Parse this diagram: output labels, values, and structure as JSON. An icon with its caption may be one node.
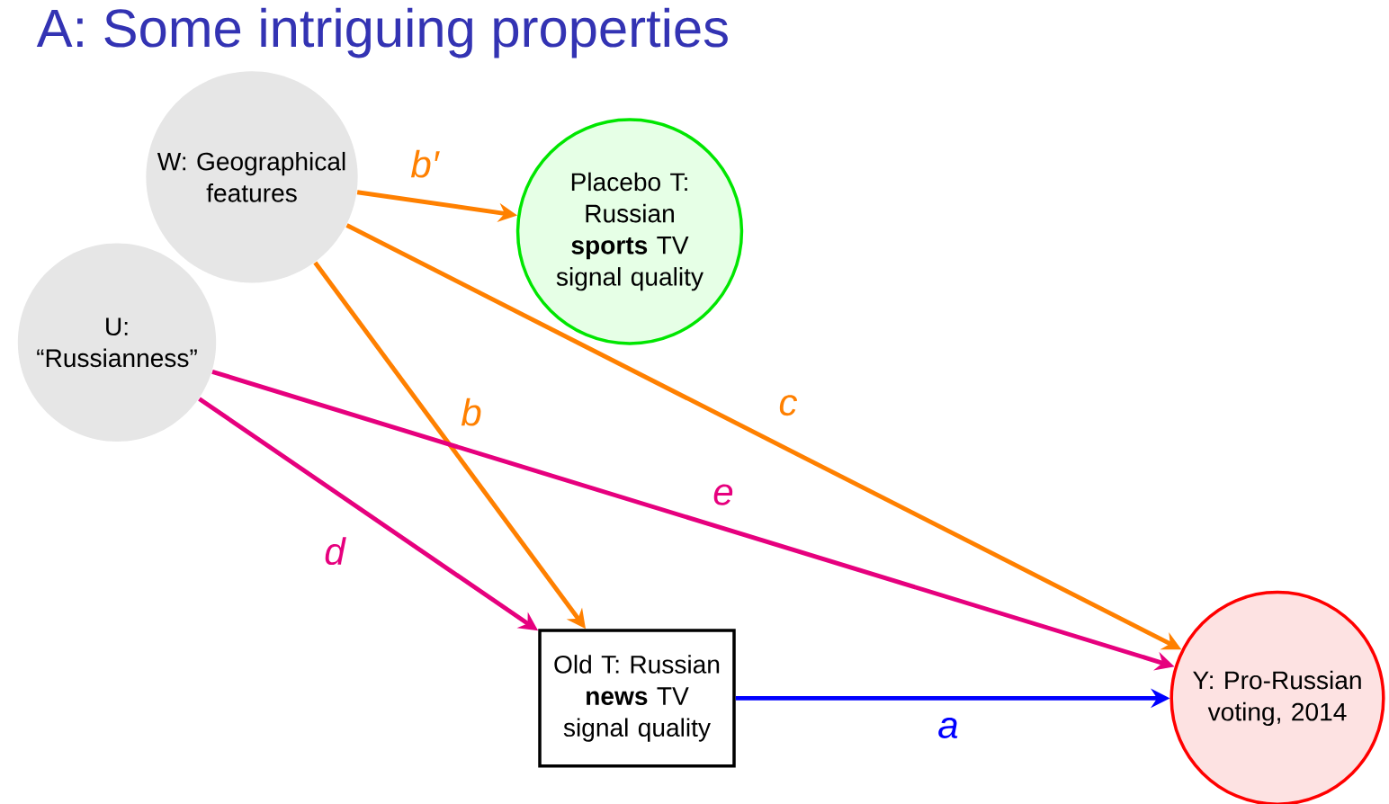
{
  "diagram": {
    "title": "A: Some intriguing properties",
    "nodes": [
      {
        "text": [
          "W: Geographical features"
        ]
      },
      {
        "text": [
          "Placebo T: Russian **sports** TV signal quality"
        ]
      },
      {
        "text": [
          "U: “Russianness”"
        ]
      },
      {
        "text": [
          "Old T: Russian **news** TV signal quality"
        ]
      },
      {
        "text": [
          "Y: Pro-Russian voting, 2014"
        ]
      }
    ],
    "edges": [
      {
        "from": 0,
        "to": 1,
        "arrow": "to",
        "label": "b′"
      },
      {
        "from": 0,
        "to": 3,
        "arrow": "to",
        "label": "b"
      },
      {
        "from": 0,
        "to": 4,
        "arrow": "to",
        "label": "c"
      },
      {
        "from": 2,
        "to": 3,
        "arrow": "to",
        "label": "d",
        "color": "#e6007e"
      },
      {
        "from": 2,
        "to": 4,
        "arrow": "to",
        "label": "e",
        "color": "#e6007e"
      },
      {
        "from": 3,
        "to": 4,
        "arrow": "to",
        "label": "a",
        "color": "#0000ff"
      }
    ]
  }
}
